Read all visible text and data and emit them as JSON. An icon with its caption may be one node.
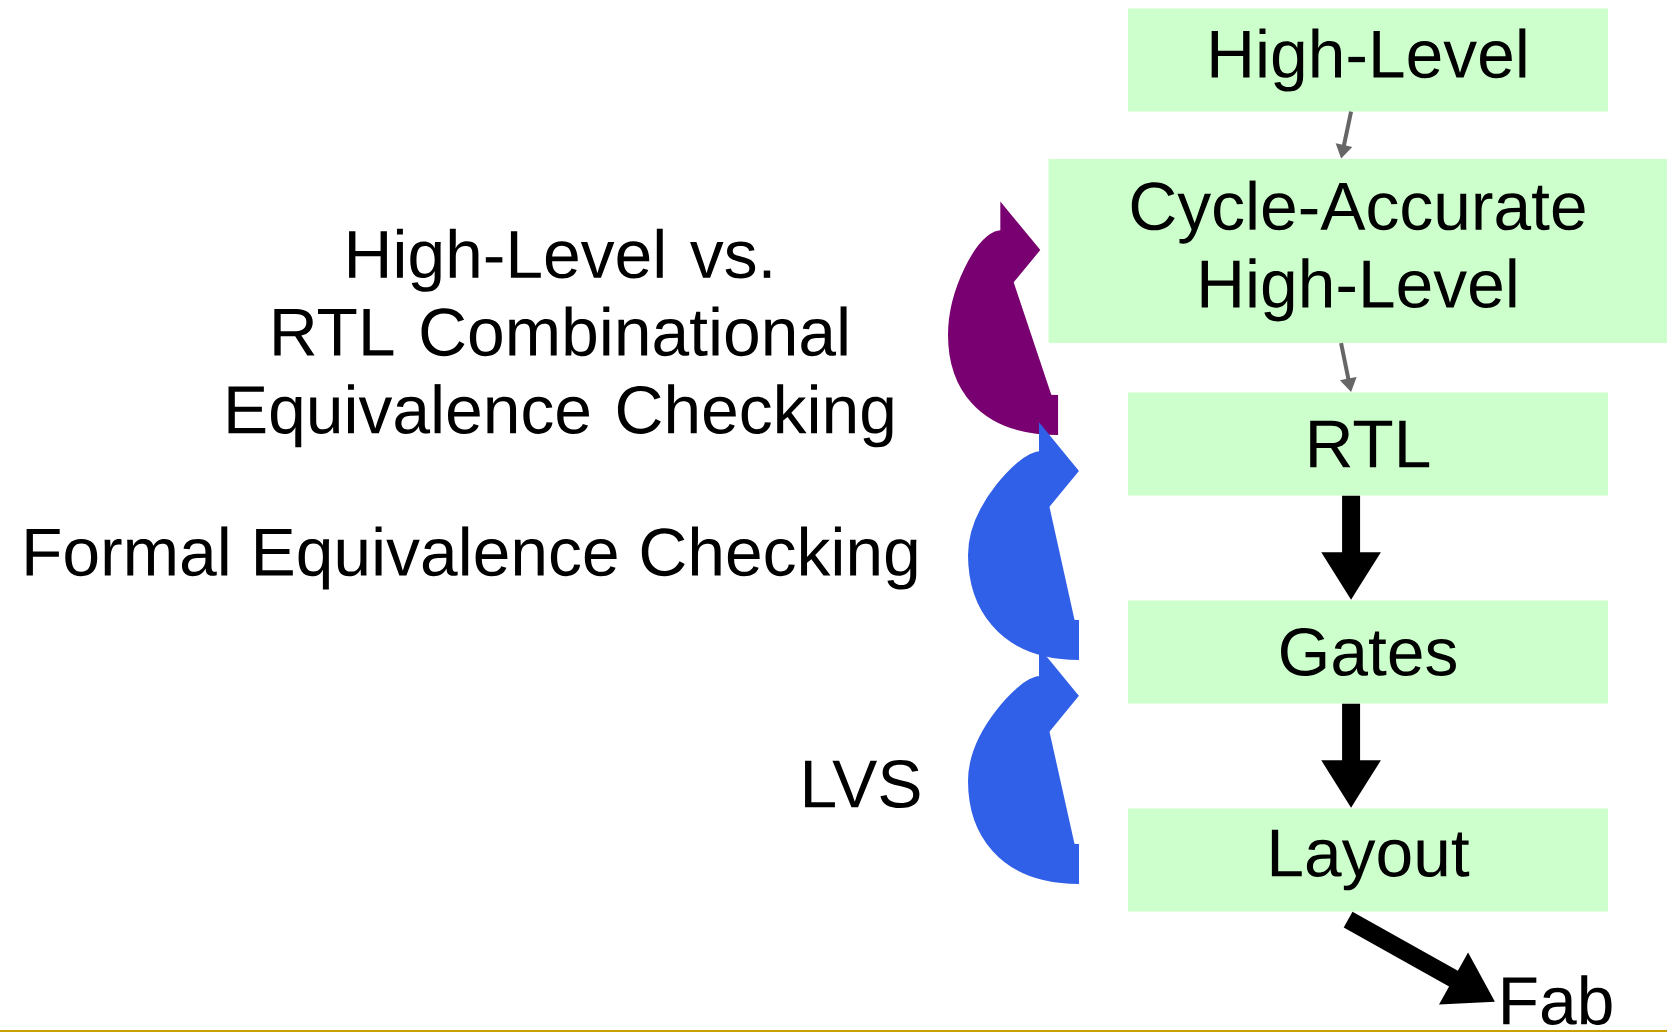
{
  "diagram": {
    "nodes": [
      {
        "text": [
          "High-Level"
        ]
      },
      {
        "text": [
          "Cycle-Accurate High-Level"
        ]
      },
      {
        "text": [
          "RTL"
        ]
      },
      {
        "text": [
          "Gates"
        ]
      },
      {
        "text": [
          "Layout"
        ]
      },
      {
        "text": [
          "Fab"
        ]
      }
    ],
    "edges": [
      {
        "from": 0,
        "to": 1,
        "arrow": "to",
        "color": "#666666"
      },
      {
        "from": 1,
        "to": 2,
        "arrow": "to",
        "color": "#666666"
      },
      {
        "from": 2,
        "to": 3,
        "arrow": "to"
      },
      {
        "from": 3,
        "to": 4,
        "arrow": "to"
      },
      {
        "from": 4,
        "to": 5,
        "arrow": "to"
      },
      {
        "from": 2,
        "to": 1,
        "arrow": "to",
        "style": "thick",
        "color": "#780070",
        "label": "High-Level vs. RTL Combinational Equivalence Checking"
      },
      {
        "from": 3,
        "to": 2,
        "arrow": "to",
        "style": "thick",
        "color": "#3160e8",
        "label": "Formal Equivalence Checking"
      },
      {
        "from": 4,
        "to": 3,
        "arrow": "to",
        "style": "thick",
        "color": "#3160e8",
        "label": "LVS"
      }
    ]
  }
}
